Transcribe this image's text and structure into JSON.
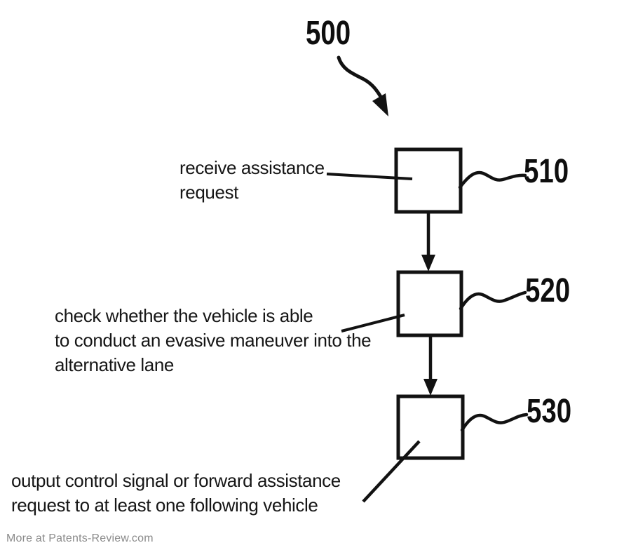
{
  "figure": {
    "number": "500",
    "steps": [
      {
        "ref": "510",
        "lines": [
          "receive assistance",
          "request"
        ]
      },
      {
        "ref": "520",
        "lines": [
          "check whether the vehicle is able",
          "to conduct an evasive maneuver into the",
          "alternative lane"
        ]
      },
      {
        "ref": "530",
        "lines": [
          "output control signal or forward assistance",
          "request to at least one following vehicle"
        ]
      }
    ]
  },
  "watermark": "More at Patents-Review.com",
  "colors": {
    "ink": "#121212",
    "watermark_gray": "#8a8a8a",
    "background": "#ffffff"
  }
}
